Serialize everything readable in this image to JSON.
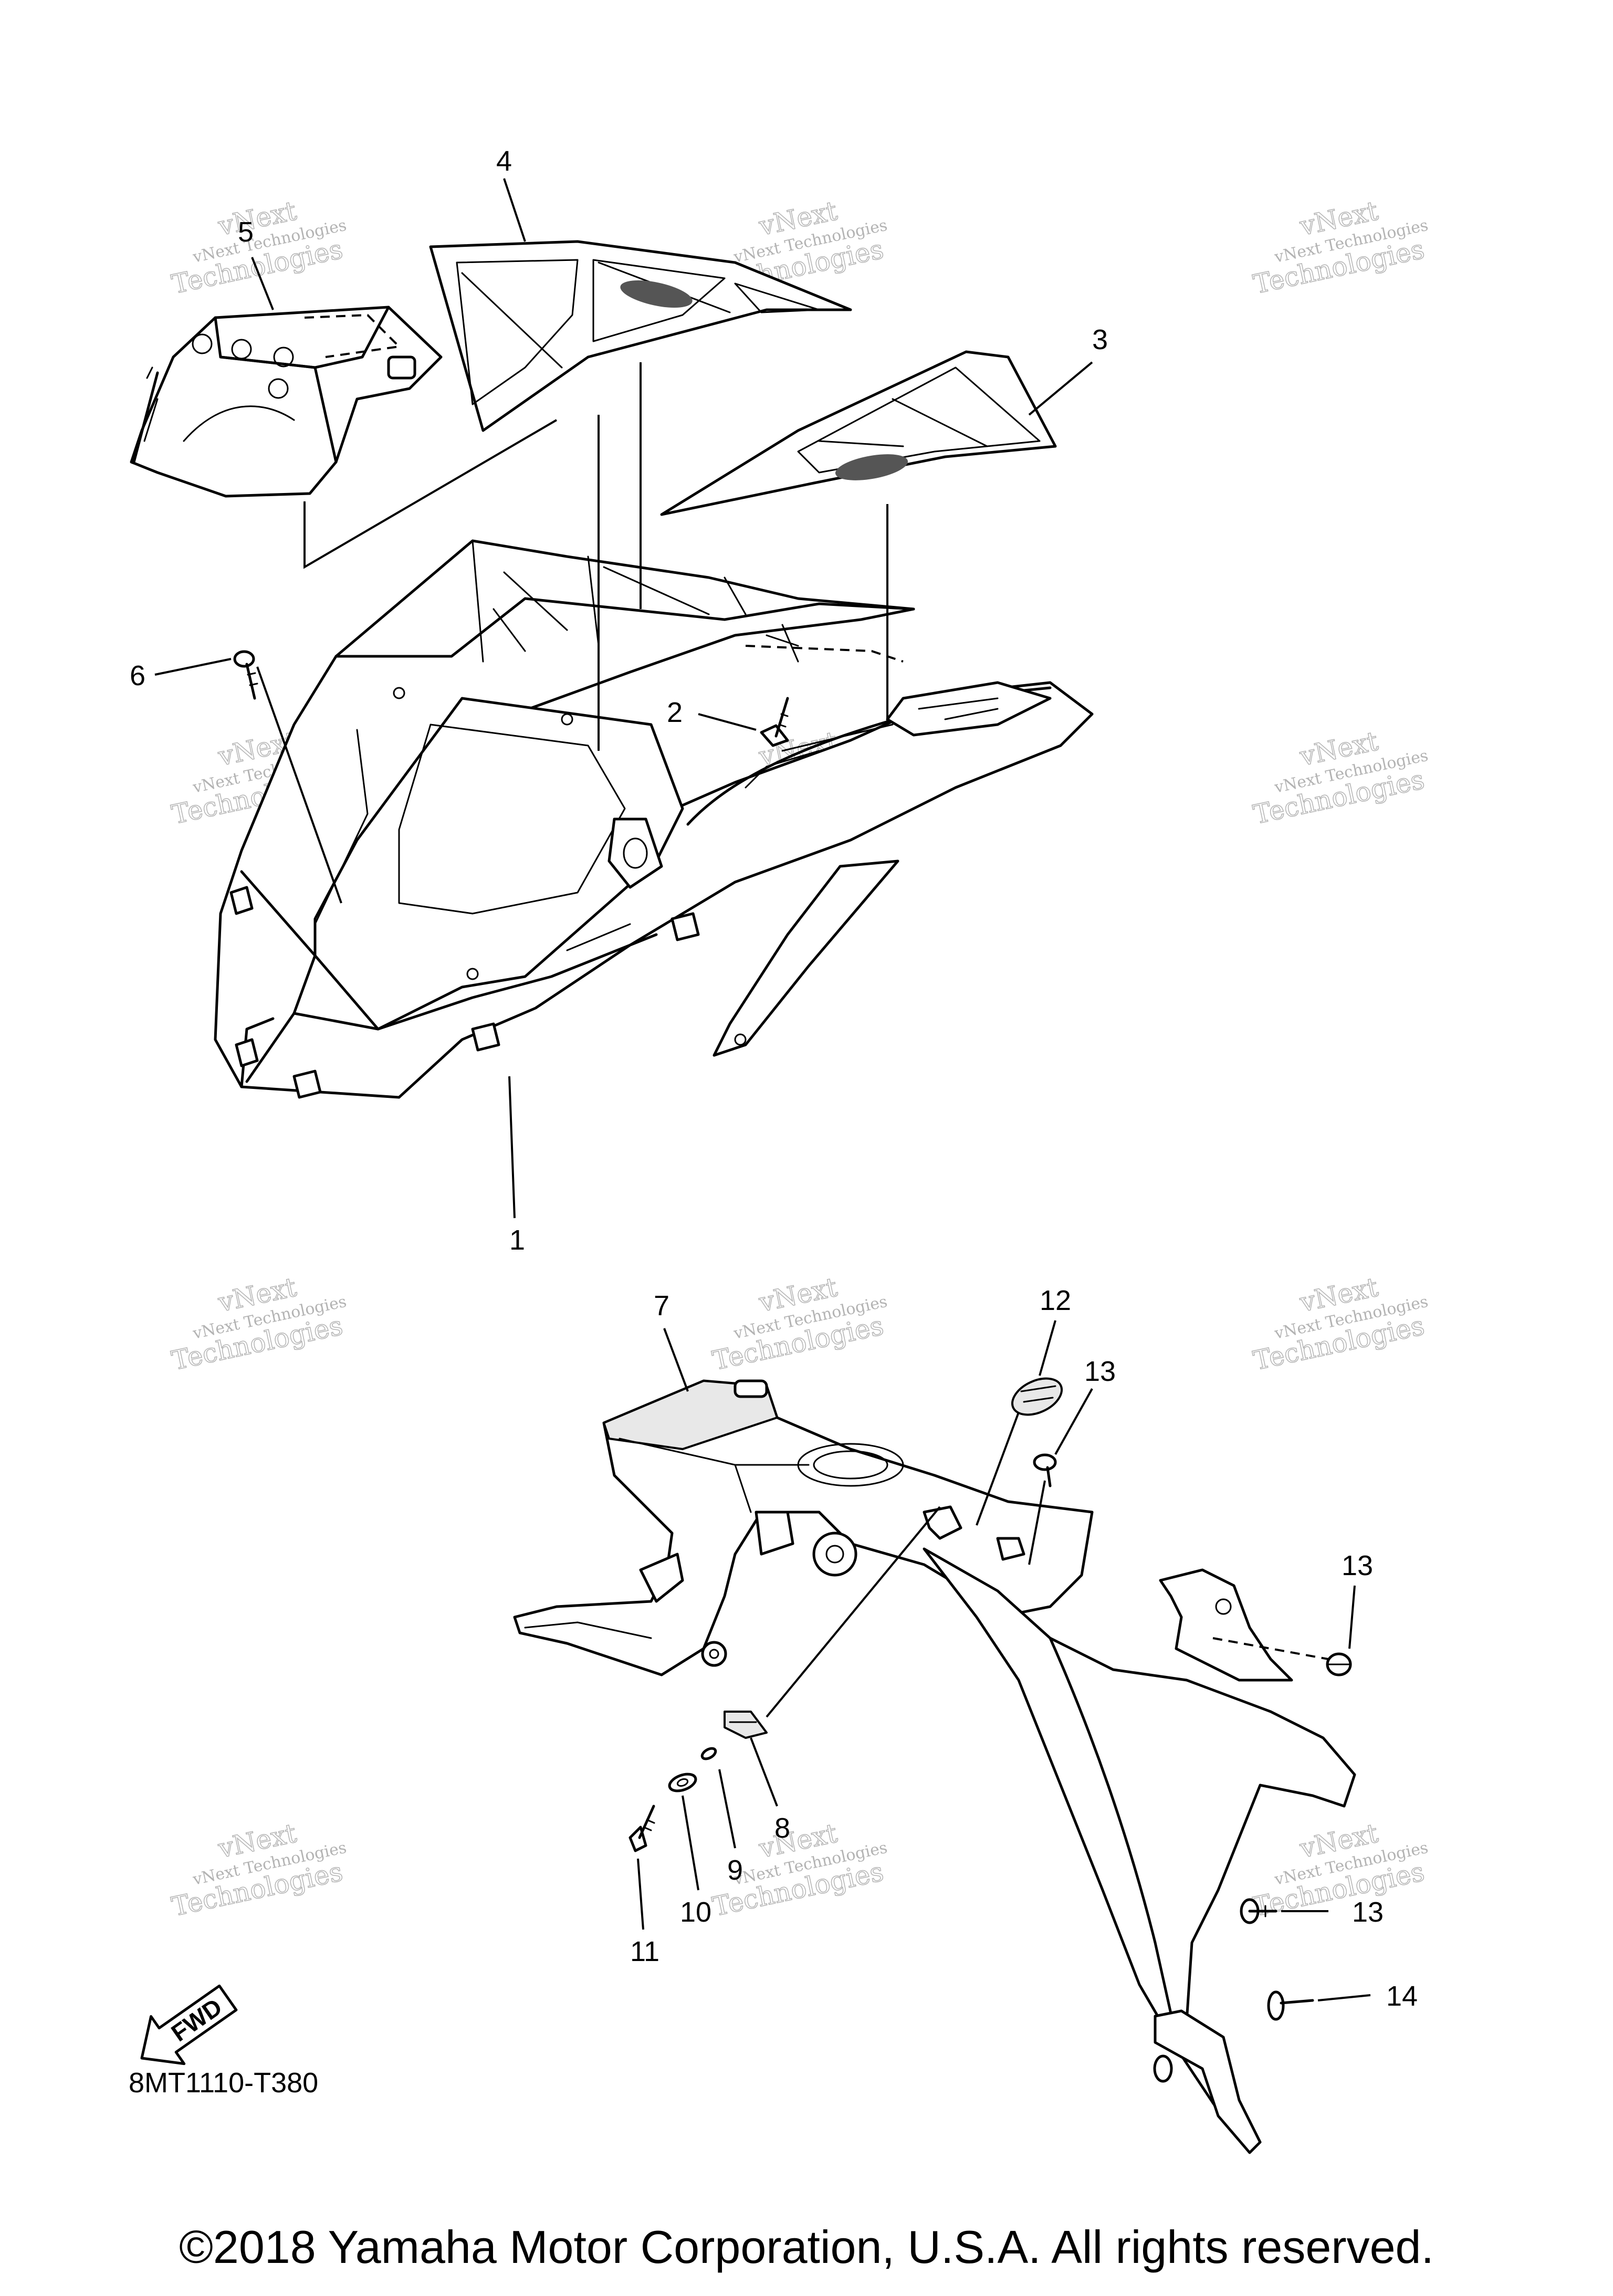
{
  "diagram": {
    "code": "8MT1110-T380",
    "copyright": "©2018 Yamaha Motor Corporation, U.S.A. All rights reserved.",
    "fwd_label": "FWD",
    "watermark_small": "vNext Technologies",
    "watermark_large": "Technologies",
    "watermark_top": "vNext",
    "callouts": {
      "c1": "1",
      "c2": "2",
      "c3": "3",
      "c4": "4",
      "c5": "5",
      "c6": "6",
      "c7": "7",
      "c8": "8",
      "c9": "9",
      "c10": "10",
      "c11": "11",
      "c12": "12",
      "c13a": "13",
      "c13b": "13",
      "c13c": "13",
      "c14": "14"
    }
  }
}
